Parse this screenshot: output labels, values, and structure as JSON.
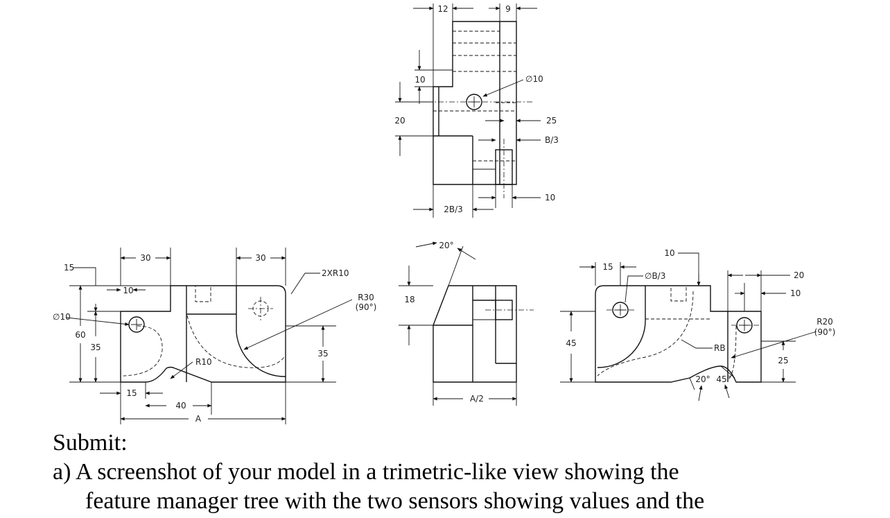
{
  "top_view": {
    "dims": [
      "12",
      "9",
      "10",
      "∅10",
      "20",
      "25",
      "B/3",
      "10",
      "2B/3"
    ]
  },
  "front_left_view": {
    "dims": [
      "30",
      "30",
      "15",
      "2XR10",
      "10",
      "∅10",
      "60",
      "35",
      "R10",
      "35",
      "15",
      "40",
      "A",
      "R30",
      "(90°)"
    ]
  },
  "middle_view": {
    "dims": [
      "20°",
      "18",
      "A/2"
    ]
  },
  "right_view": {
    "dims": [
      "10",
      "15",
      "∅B/3",
      "20",
      "10",
      "45",
      "RB",
      "25",
      "20°",
      "45°",
      "R20",
      "(90°)"
    ]
  },
  "instructions": {
    "heading": "Submit:",
    "line1": "a) A screenshot of your model in a trimetric-like view showing the",
    "line2": "feature manager tree with the two sensors showing values and the"
  }
}
